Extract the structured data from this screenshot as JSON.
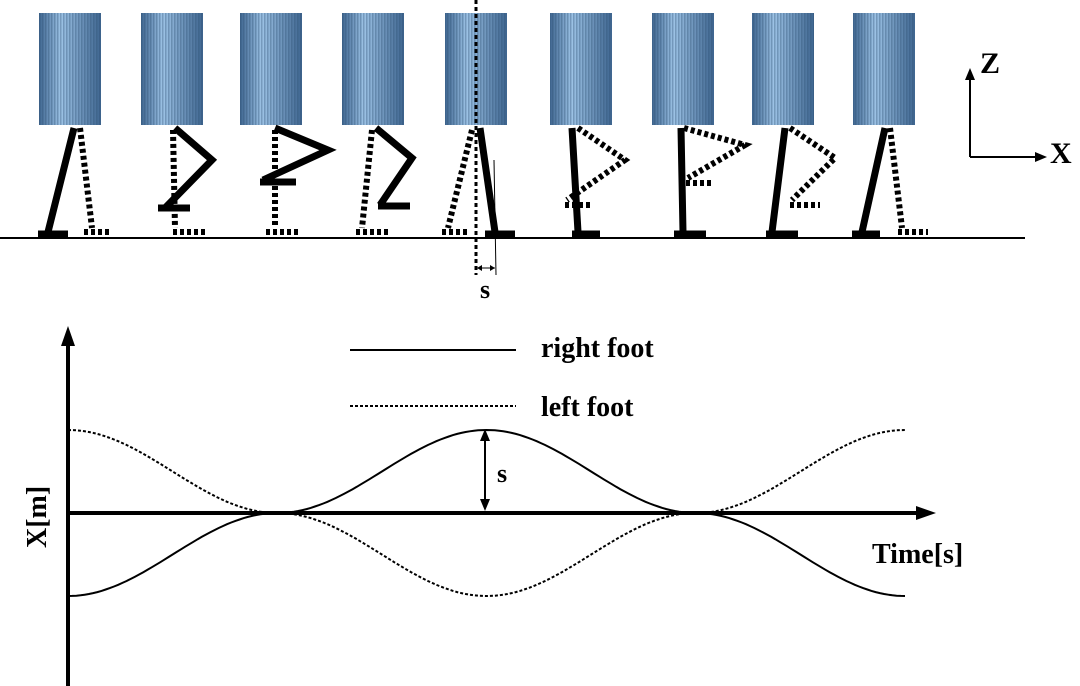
{
  "frames": {
    "count": 9,
    "body_color_light": "#9dc3e6",
    "body_color_dark": "#3f6690",
    "step_label": "s"
  },
  "axes_icon": {
    "z_label": "Z",
    "x_label": "X"
  },
  "plot": {
    "ylabel": "X[m]",
    "xlabel": "Time[s]",
    "amplitude_label": "s",
    "legend": [
      {
        "name": "right foot",
        "style": "solid"
      },
      {
        "name": "left foot",
        "style": "dotted"
      }
    ]
  },
  "chart_data": {
    "type": "line",
    "series": [
      {
        "name": "right foot",
        "x": [
          0,
          0.25,
          0.5,
          0.75,
          1.0
        ],
        "y": [
          -1,
          0,
          1,
          0,
          -1
        ]
      },
      {
        "name": "left foot",
        "x": [
          0,
          0.25,
          0.5,
          0.75,
          1.0
        ],
        "y": [
          1,
          0,
          -1,
          0,
          1
        ]
      }
    ],
    "xlabel": "Time[s]",
    "ylabel": "X[m]"
  }
}
